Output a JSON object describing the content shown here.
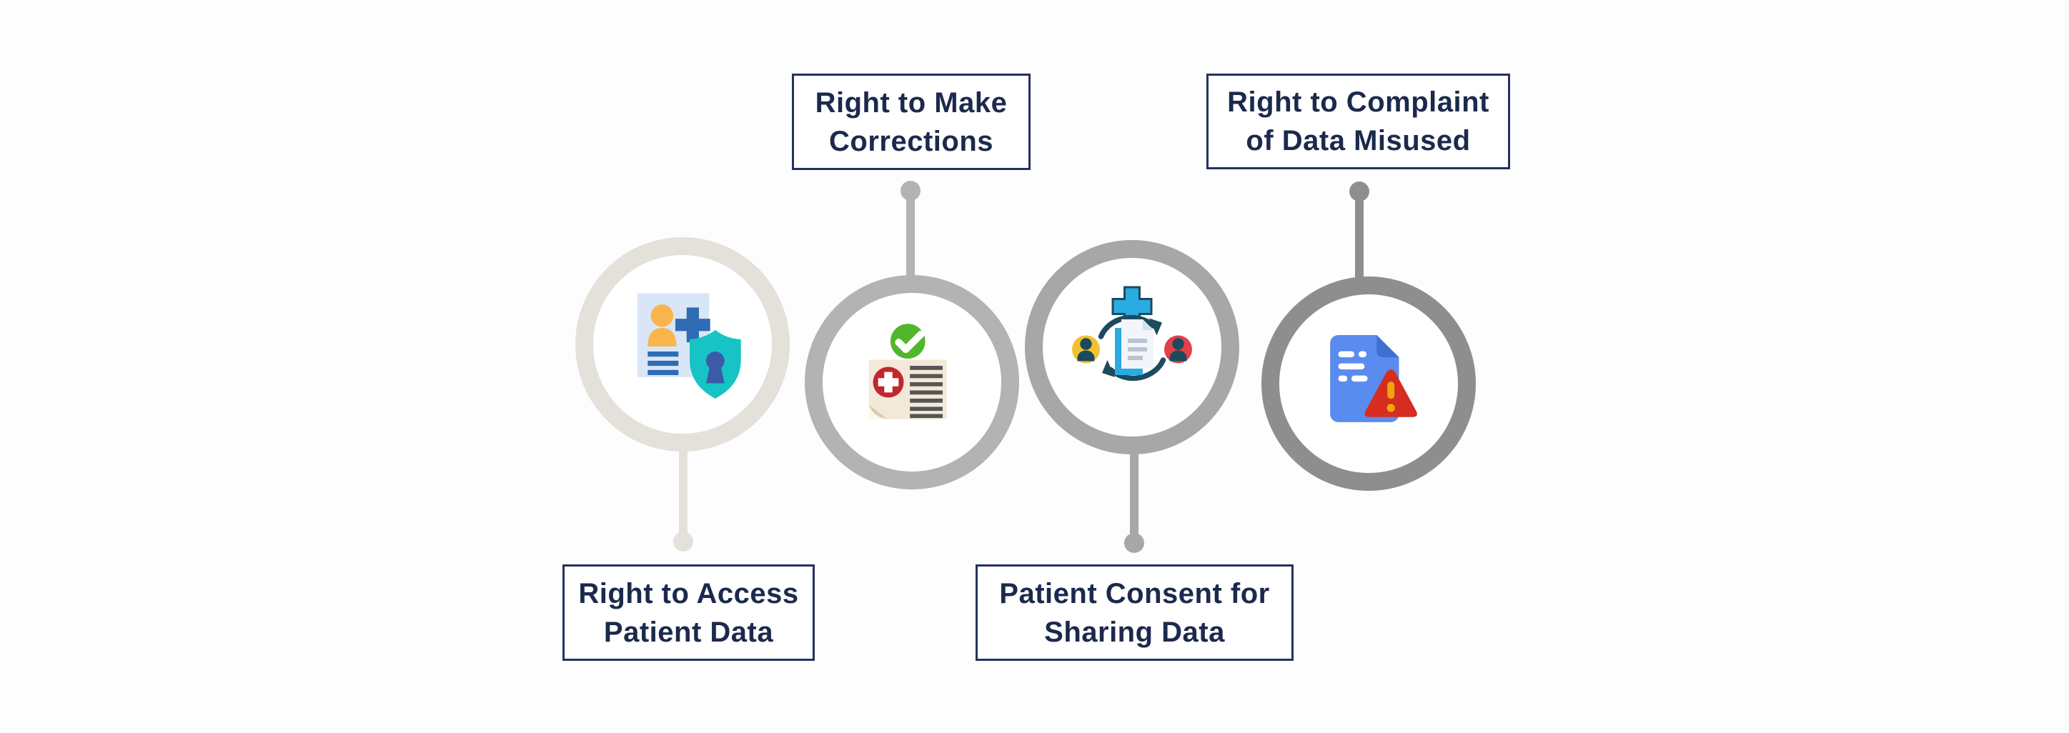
{
  "diagram": {
    "background_color": "#fdfdfd",
    "label_text_color": "#1b2a4c",
    "label_border_color": "#25325c",
    "label_background_color": "#ffffff",
    "items": [
      {
        "label": "Right to Access Patient Data",
        "label_lines": [
          "Right to Access",
          "Patient Data"
        ],
        "label_position": "bottom",
        "ring_color": "#e4e1da",
        "icon": "patient-record-shield-icon",
        "icon_colors": {
          "paper": "#d9e6f7",
          "person": "#f9b54c",
          "cross": "#2e6cb4",
          "shield": "#16c4c6",
          "keyhole": "#3b5ba9"
        }
      },
      {
        "label": "Right to Make Corrections",
        "label_lines": [
          "Right to Make",
          "Corrections"
        ],
        "label_position": "top",
        "ring_color": "#b3b3b3",
        "icon": "approved-medical-document-icon",
        "icon_colors": {
          "paper": "#f3e9d8",
          "medical_circle": "#c1272d",
          "check_circle": "#52b62d",
          "text_lines": "#565656"
        }
      },
      {
        "label": "Patient Consent for Sharing Data",
        "label_lines": [
          "Patient Consent for",
          "Sharing Data"
        ],
        "label_position": "bottom",
        "ring_color": "#a7a7a7",
        "icon": "data-sharing-cycle-icon",
        "icon_colors": {
          "plus": "#2aabe2",
          "arrows": "#1d4b5e",
          "doctor_circle": "#f2c230",
          "patient_circle": "#e2404a",
          "document": "#f2f5f9",
          "back_sheet": "#2aabe2"
        }
      },
      {
        "label": "Right to Complaint of Data Misused",
        "label_lines": [
          "Right to Complaint",
          "of Data Misused"
        ],
        "label_position": "top",
        "ring_color": "#8e8e8e",
        "icon": "document-warning-icon",
        "icon_colors": {
          "document": "#5a8bee",
          "fold": "#3f6fd1",
          "warning_triangle": "#d62d20",
          "exclamation": "#f0a50f"
        }
      }
    ]
  }
}
